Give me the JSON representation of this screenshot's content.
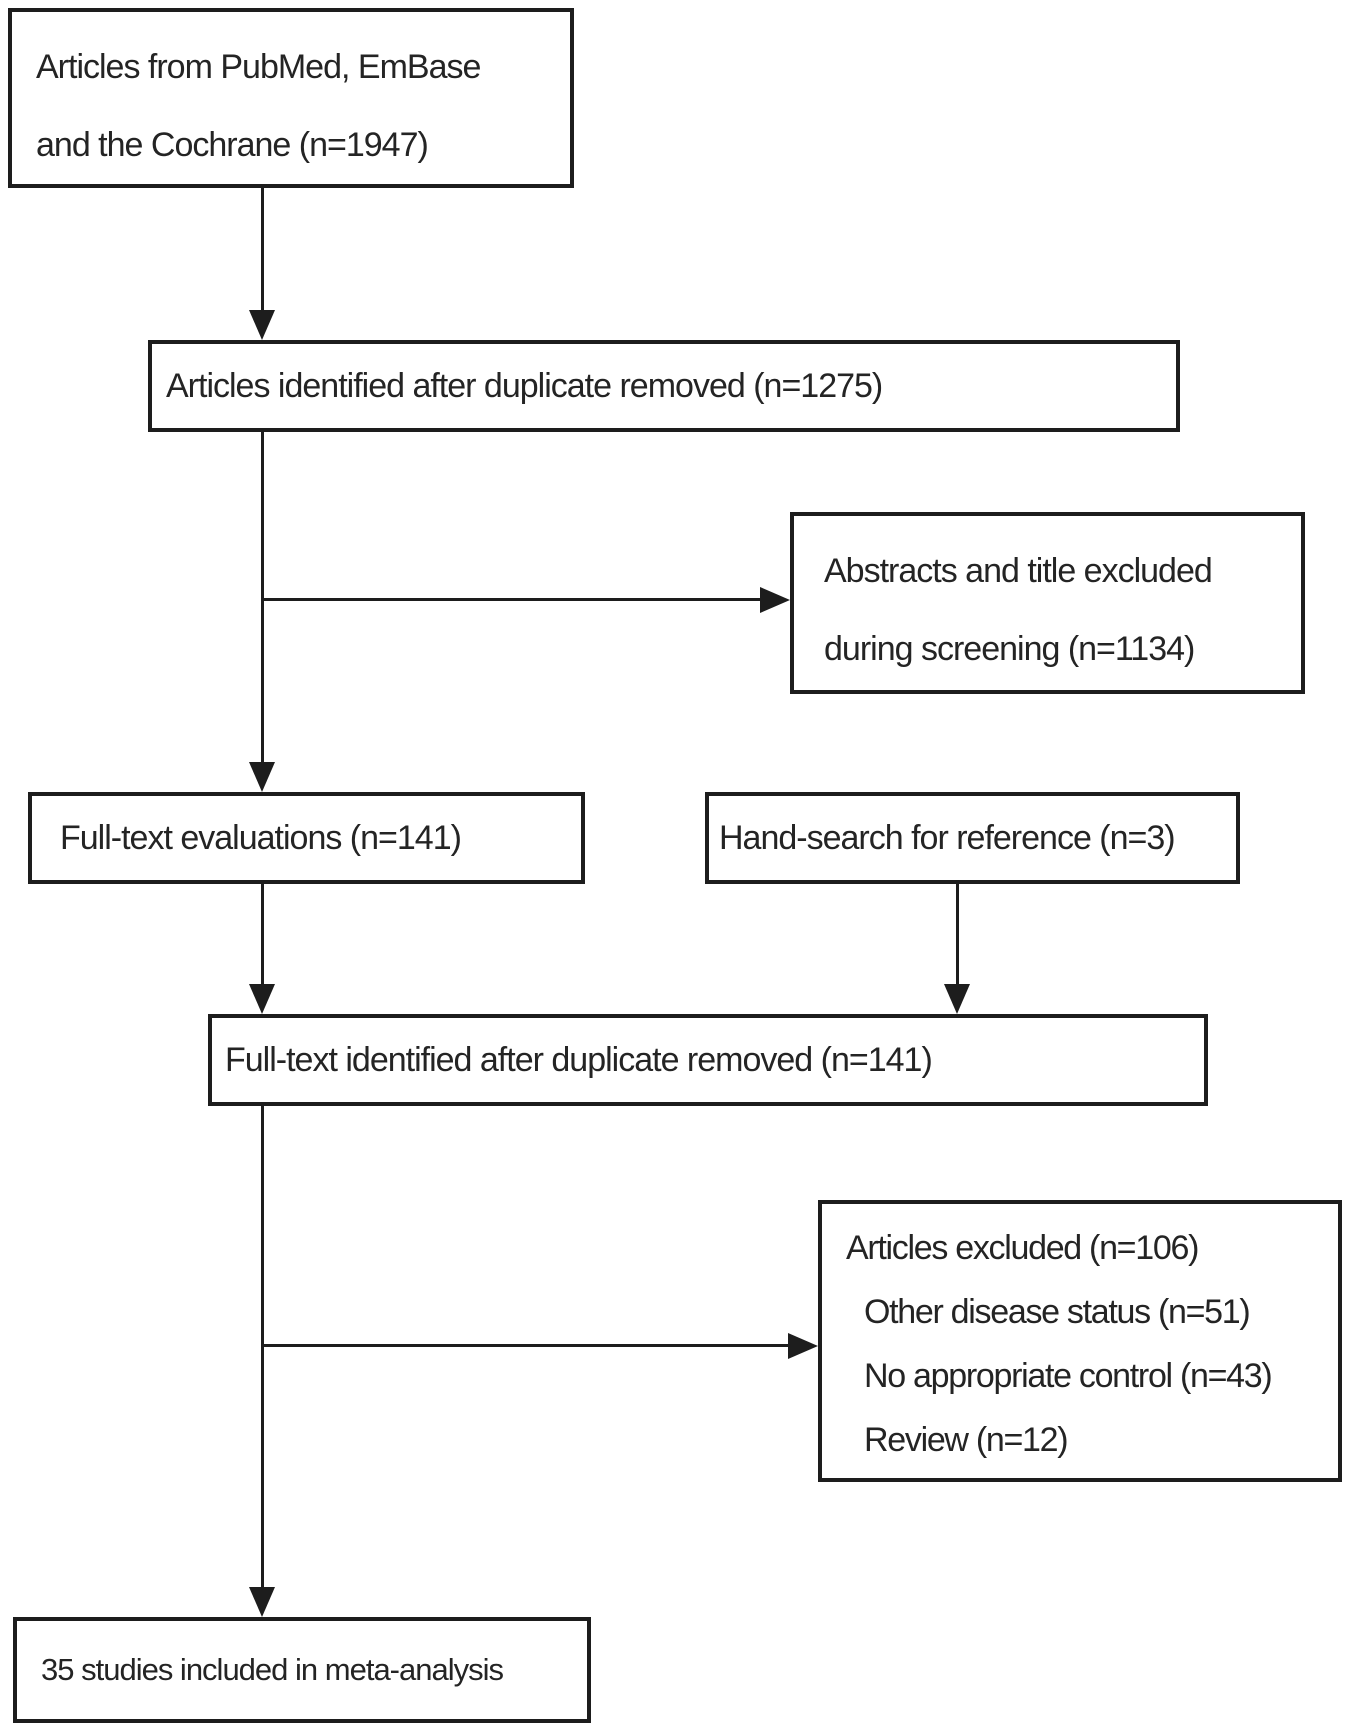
{
  "colors": {
    "border": "#1d1d1d",
    "text": "#242424",
    "background": "#ffffff"
  },
  "boxes": {
    "sources": {
      "line1": "Articles from PubMed, EmBase",
      "line2": "and the Cochrane (n=1947)"
    },
    "identified": {
      "text": "Articles identified after duplicate removed (n=1275)"
    },
    "abstracts_excluded": {
      "line1": "Abstracts and title excluded",
      "line2": "during screening (n=1134)"
    },
    "fulltext_evaluations": {
      "text": "Full-text evaluations (n=141)"
    },
    "hand_search": {
      "text": "Hand-search for reference (n=3)"
    },
    "fulltext_identified": {
      "text": "Full-text identified after duplicate removed (n=141)"
    },
    "articles_excluded": {
      "line1": "Articles excluded (n=106)",
      "line2": "Other disease status (n=51)",
      "line3": "No appropriate control (n=43)",
      "line4": "Review (n=12)"
    },
    "included": {
      "text": "35 studies included in meta-analysis"
    }
  }
}
